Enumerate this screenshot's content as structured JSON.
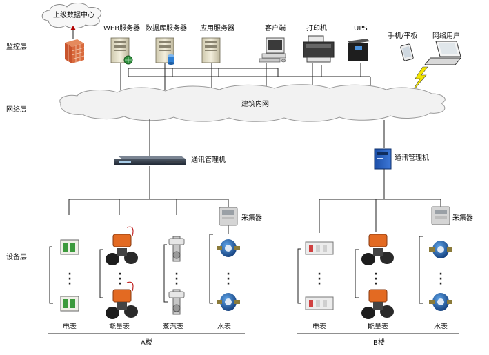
{
  "top_cloud": {
    "label": "上级数据中心"
  },
  "layers": {
    "monitor": "监控层",
    "network": "网络层",
    "device": "设备层"
  },
  "monitor_devices": {
    "web_server": "WEB服务器",
    "db_server": "数据库服务器",
    "app_server": "应用服务器",
    "client": "客户端",
    "printer": "打印机",
    "ups": "UPS",
    "phone": "手机/平板",
    "net_user": "网络用户"
  },
  "network_cloud": {
    "label": "建筑内网"
  },
  "building_a": {
    "label": "A楼",
    "gateway": "通讯管理机",
    "collector": "采集器",
    "meters": {
      "electric": "电表",
      "energy": "能量表",
      "steam": "蒸汽表",
      "water": "水表"
    }
  },
  "building_b": {
    "label": "B楼",
    "gateway": "通讯管理机",
    "collector": "采集器",
    "meters": {
      "electric": "电表",
      "energy": "能量表",
      "water": "水表"
    }
  },
  "colors": {
    "line": "#222222",
    "cloud_fill": "#f2f2f2",
    "cloud_stroke": "#9a9a9a",
    "bolt": "#f2e400"
  }
}
